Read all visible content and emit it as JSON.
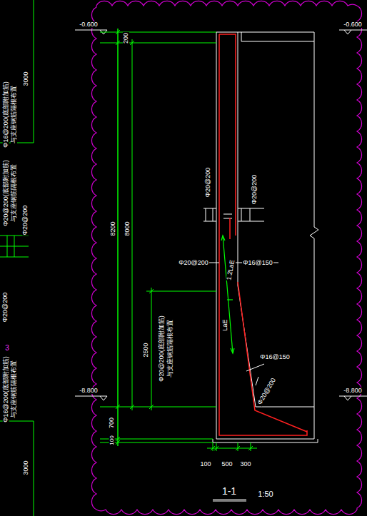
{
  "diagram": {
    "title": "1-1",
    "labels": [
      "-0.600",
      "-0.600",
      "-8.800",
      "-8.800",
      "200",
      "8200",
      "8000",
      "2500",
      "700",
      "100",
      "100",
      "500",
      "300",
      "Φ20@200",
      "Φ20@200",
      "Φ20@200",
      "Φ16@150",
      "1.2LaE",
      "LaE",
      "Φ20@200(底部附加筋)",
      "与支座钢筋隔根布置",
      "Φ16@150",
      "Φ20@200",
      "1:50",
      "3000",
      "Φ16@200(底部附加筋)",
      "与支座钢筋隔根布置",
      "Φ20@200(底部附加筋)",
      "与支座钢筋隔根布置",
      "Φ20@200",
      "Φ20@200",
      "3",
      "Φ16@200(底部附加筋)",
      "与支座钢筋隔根布置",
      "3000"
    ]
  }
}
